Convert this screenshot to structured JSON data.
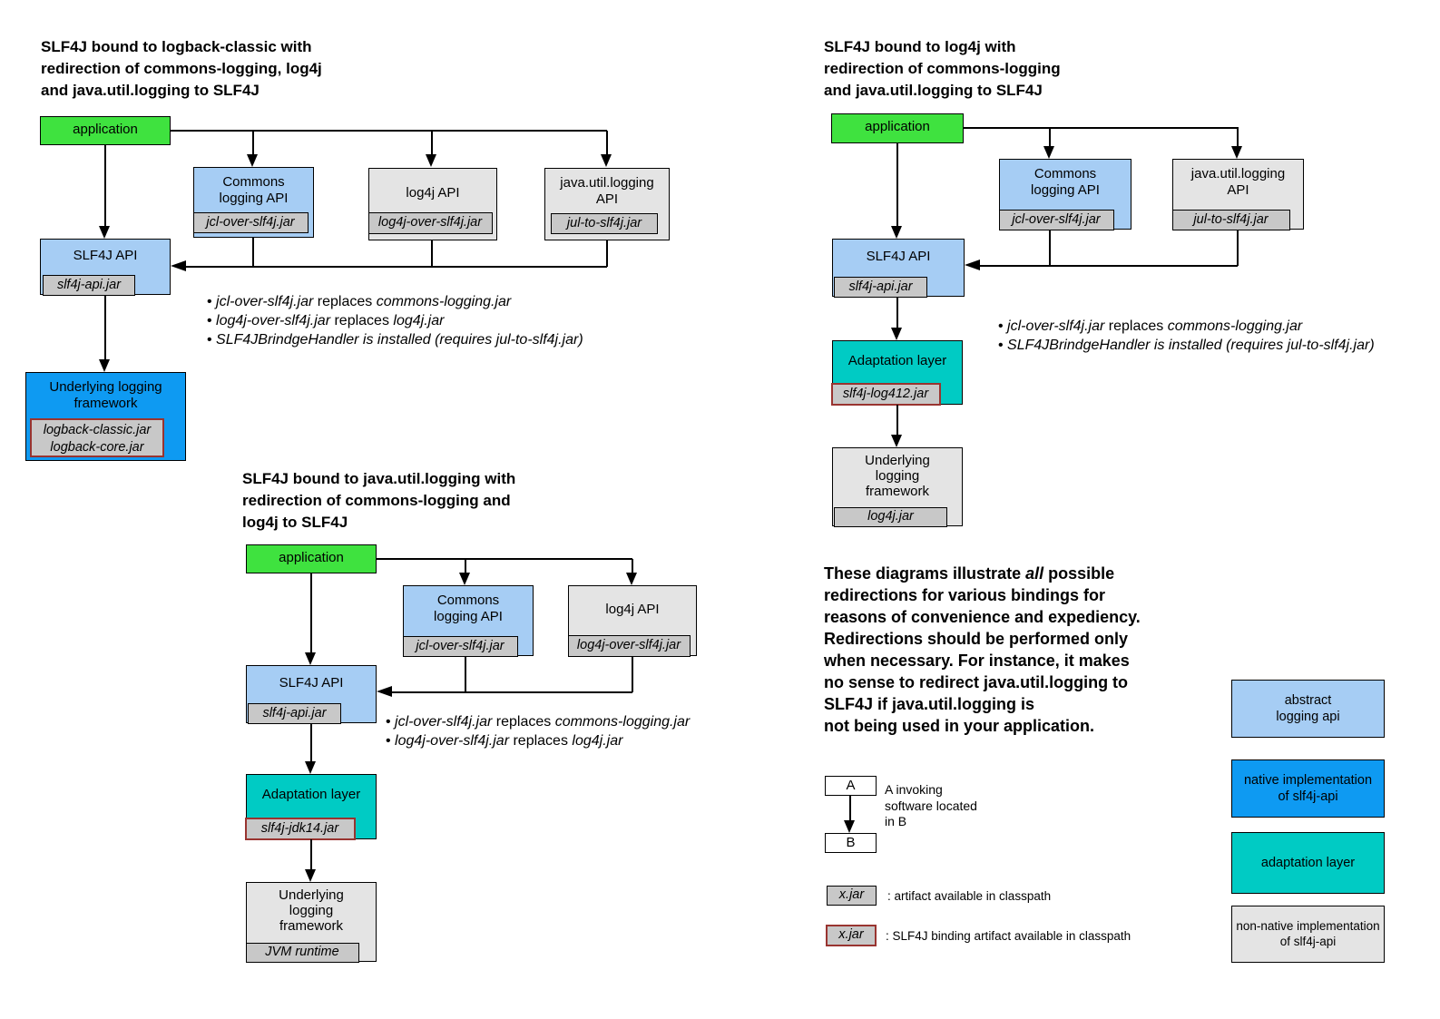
{
  "colors": {
    "application_green": "#3FE23F",
    "abstract_api_blue": "#A6CDF4",
    "native_impl_blue": "#0E9AF2",
    "adaptation_teal": "#00CBC4",
    "nonnative_gray": "#E4E4E4",
    "jar_gray": "#C8C8C8",
    "binding_border_red": "#993430",
    "plain_white": "#FFFFFF"
  },
  "diagram1": {
    "title": "SLF4J bound to logback-classic with\nredirection of commons-logging, log4j\nand java.util.logging to SLF4J",
    "application_label": "application",
    "commons_label": "Commons\nlogging API",
    "commons_jar": "jcl-over-slf4j.jar",
    "log4j_label": "log4j API",
    "log4j_jar": "log4j-over-slf4j.jar",
    "jul_label": "java.util.logging\nAPI",
    "jul_jar": "jul-to-slf4j.jar",
    "slf4j_label": "SLF4J API",
    "slf4j_jar": "slf4j-api.jar",
    "underlying_label": "Underlying logging\nframework",
    "underlying_jar": "logback-classic.jar\nlogback-core.jar",
    "bullets": [
      [
        {
          "t": "• "
        },
        {
          "t": "jcl-over-slf4j.jar",
          "i": true
        },
        {
          "t": " replaces "
        },
        {
          "t": "commons-logging.jar",
          "i": true
        }
      ],
      [
        {
          "t": "• "
        },
        {
          "t": "log4j-over-slf4j.jar",
          "i": true
        },
        {
          "t": " replaces "
        },
        {
          "t": "log4j.jar",
          "i": true
        }
      ],
      [
        {
          "t": "• "
        },
        {
          "t": "SLF4JBrindgeHandler is installed (requires jul-to-slf4j.jar)",
          "i": true
        }
      ]
    ]
  },
  "diagram2": {
    "title": "SLF4J bound to log4j with\nredirection of commons-logging\nand java.util.logging to SLF4J",
    "application_label": "application",
    "commons_label": "Commons\nlogging API",
    "commons_jar": "jcl-over-slf4j.jar",
    "jul_label": "java.util.logging\nAPI",
    "jul_jar": "jul-to-slf4j.jar",
    "slf4j_label": "SLF4J API",
    "slf4j_jar": "slf4j-api.jar",
    "adaptation_label": "Adaptation layer",
    "adaptation_jar": "slf4j-log412.jar",
    "underlying_label": "Underlying\nlogging\nframework",
    "underlying_jar": "log4j.jar",
    "bullets": [
      [
        {
          "t": "• "
        },
        {
          "t": "jcl-over-slf4j.jar",
          "i": true
        },
        {
          "t": " replaces "
        },
        {
          "t": "commons-logging.jar",
          "i": true
        }
      ],
      [
        {
          "t": "• "
        },
        {
          "t": "SLF4JBrindgeHandler is installed (requires jul-to-slf4j.jar)",
          "i": true
        }
      ]
    ]
  },
  "diagram3": {
    "title": "SLF4J bound to java.util.logging with\nredirection of commons-logging and\nlog4j to SLF4J",
    "application_label": "application",
    "commons_label": "Commons\nlogging API",
    "commons_jar": "jcl-over-slf4j.jar",
    "log4j_label": "log4j API",
    "log4j_jar": "log4j-over-slf4j.jar",
    "slf4j_label": "SLF4J API",
    "slf4j_jar": "slf4j-api.jar",
    "adaptation_label": "Adaptation layer",
    "adaptation_jar": "slf4j-jdk14.jar",
    "underlying_label": "Underlying\nlogging\nframework",
    "underlying_jar": "JVM runtime",
    "bullets": [
      [
        {
          "t": "• "
        },
        {
          "t": "jcl-over-slf4j.jar",
          "i": true
        },
        {
          "t": " replaces "
        },
        {
          "t": "commons-logging.jar",
          "i": true
        }
      ],
      [
        {
          "t": "• "
        },
        {
          "t": "log4j-over-slf4j.jar",
          "i": true
        },
        {
          "t": " replaces "
        },
        {
          "t": "log4j.jar",
          "i": true
        }
      ]
    ]
  },
  "note": {
    "runs": [
      {
        "t": "These diagrams illustrate "
      },
      {
        "t": "all",
        "i": true
      },
      {
        "t": " possible\nredirections for various bindings for\nreasons of convenience and expediency.\nRedirections should be performed only\nwhen necessary. For instance, it makes\nno sense to redirect java.util.logging to\nSLF4J if java.util.logging is\nnot being used in your application."
      }
    ]
  },
  "legend": {
    "a_label": "A",
    "b_label": "B",
    "ab_caption": "A invoking\nsoftware located\nin B",
    "xjar_label": "x.jar",
    "artifact_caption": ": artifact available in classpath",
    "binding_caption": ": SLF4J binding artifact available in classpath",
    "color_boxes": [
      {
        "label": "abstract\nlogging api",
        "color": "#A6CDF4"
      },
      {
        "label": "native implementation\nof slf4j-api",
        "color": "#0E9AF2"
      },
      {
        "label": "adaptation layer",
        "color": "#00CBC4"
      },
      {
        "label": "non-native implementation\nof slf4j-api",
        "color": "#E4E4E4"
      }
    ]
  }
}
